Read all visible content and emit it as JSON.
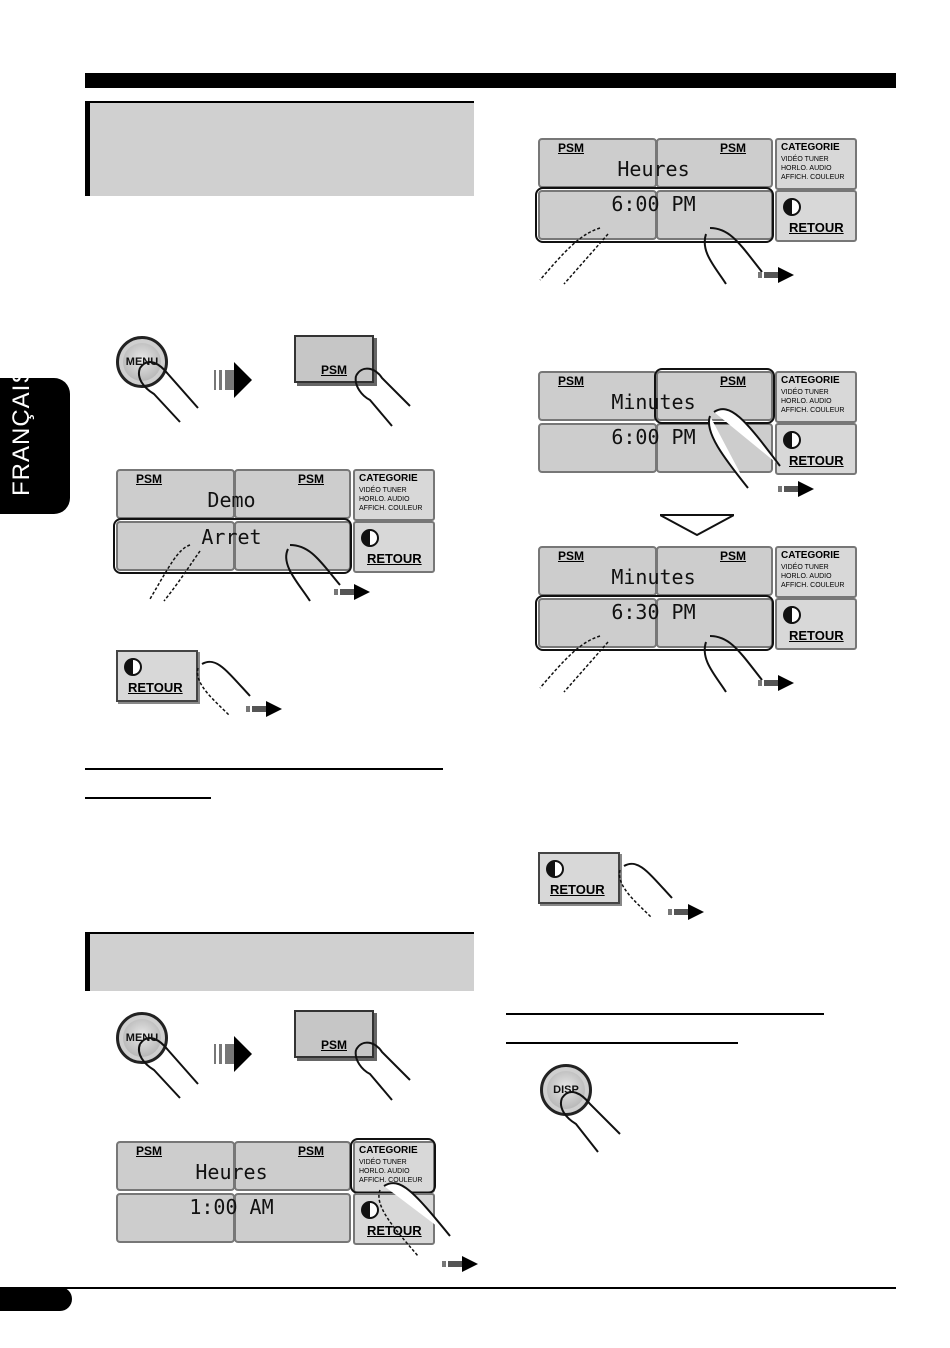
{
  "side_tab": {
    "label": "FRANÇAIS"
  },
  "buttons": {
    "menu": "MENU",
    "disp": "DISP",
    "psm": "PSM"
  },
  "panel_labels": {
    "psm": "PSM",
    "retour": "RETOUR",
    "categorie": "CATEGORIE",
    "cat_row1": "VIDÉO TUNER",
    "cat_row2": "HORLO. AUDIO",
    "cat_row3": "AFFICH. COULEUR"
  },
  "panels": {
    "demo": {
      "title": "Demo",
      "value": "Arret"
    },
    "heures_am": {
      "title": "Heures",
      "value": "1:00 AM"
    },
    "heures_pm": {
      "title": "Heures",
      "value": "6:00 PM"
    },
    "minutes_1": {
      "title": "Minutes",
      "value": "6:00 PM"
    },
    "minutes_2": {
      "title": "Minutes",
      "value": "6:30 PM"
    }
  }
}
